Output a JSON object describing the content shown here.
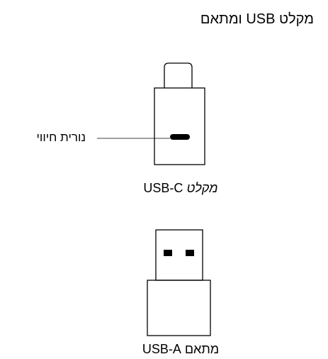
{
  "title": "מקלט USB ומתאם",
  "receiver": {
    "caption_part1": "מקלט",
    "caption_part2": "USB-C",
    "led_label": "נורית חיווי"
  },
  "adapter": {
    "caption": "מתאם USB-A"
  },
  "colors": {
    "stroke": "#000000",
    "background": "#ffffff"
  }
}
